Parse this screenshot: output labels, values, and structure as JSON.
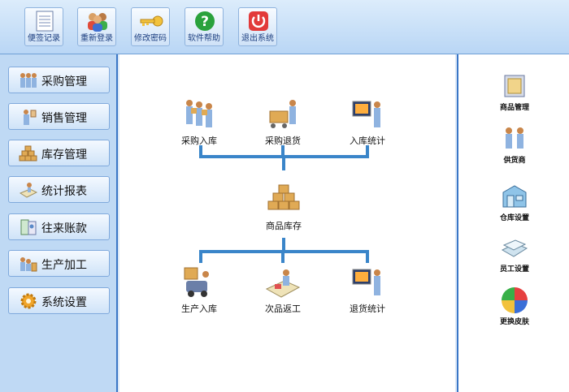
{
  "toolbar": {
    "buttons": [
      {
        "label": "便签记录",
        "icon": "notepad-icon"
      },
      {
        "label": "重新登录",
        "icon": "users-icon"
      },
      {
        "label": "修改密码",
        "icon": "key-icon"
      },
      {
        "label": "软件帮助",
        "icon": "help-icon"
      },
      {
        "label": "退出系统",
        "icon": "power-icon"
      }
    ]
  },
  "sidebar": {
    "items": [
      {
        "label": "采购管理",
        "icon": "workers-icon"
      },
      {
        "label": "销售管理",
        "icon": "salesman-icon"
      },
      {
        "label": "库存管理",
        "icon": "boxes-icon"
      },
      {
        "label": "统计报表",
        "icon": "report-icon"
      },
      {
        "label": "往来账款",
        "icon": "account-icon"
      },
      {
        "label": "生产加工",
        "icon": "production-icon"
      },
      {
        "label": "系统设置",
        "icon": "gear-icon"
      }
    ]
  },
  "flow": {
    "top": [
      "采购入库",
      "采购退货",
      "入库统计"
    ],
    "middle": "商品库存",
    "bottom": [
      "生产入库",
      "次品返工",
      "退货统计"
    ]
  },
  "right_panel": {
    "items": [
      "商品管理",
      "供货商",
      "仓库设置",
      "员工设置",
      "更换皮肤"
    ]
  },
  "colors": {
    "accent": "#3a85c9",
    "toolbar_bg": "#c8dff7",
    "sidebar_bg": "#bfd9f4"
  }
}
